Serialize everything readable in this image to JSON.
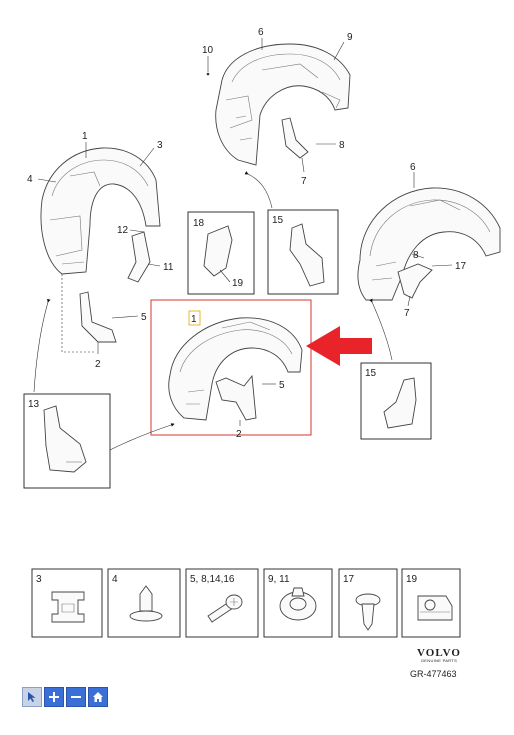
{
  "callouts": {
    "top": [
      "10",
      "6",
      "9",
      "8",
      "7"
    ],
    "left": [
      "1",
      "3",
      "4",
      "12",
      "11",
      "5",
      "2"
    ],
    "center": [
      "1",
      "5",
      "2"
    ],
    "right": [
      "6",
      "8",
      "17",
      "7"
    ]
  },
  "insets": {
    "box18": [
      "18",
      "19"
    ],
    "box15_top": "15",
    "box15_right": "15",
    "box13": "13"
  },
  "hardware": [
    "3",
    "4",
    "5, 8,14,16",
    "9, 11",
    "17",
    "19"
  ],
  "footer": {
    "brand": "VOLVO",
    "tagline": "GENUINE PARTS",
    "reference": "GR-477463"
  },
  "toolbar": {
    "select": "select-icon",
    "zoom_in": "plus-icon",
    "zoom_out": "minus-icon",
    "home": "home-icon"
  },
  "colors": {
    "highlight": "#d9342b",
    "arrow": "#e8242a",
    "toolbar": "#3a6fd8"
  }
}
